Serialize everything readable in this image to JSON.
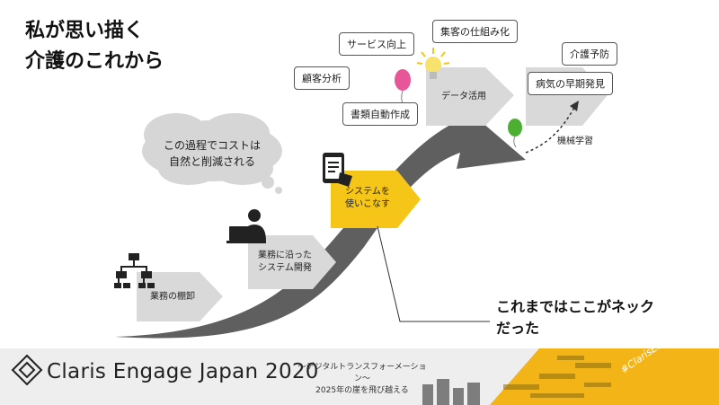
{
  "title": {
    "line1": "私が思い描く",
    "line2": "介護のこれから"
  },
  "steps": {
    "step1": "業務の棚卸",
    "step2_line1": "業務に沿った",
    "step2_line2": "システム開発",
    "step3_line1": "システムを",
    "step3_line2": "使いこなす",
    "step4": "データ活用",
    "step5": "病気の早期発見"
  },
  "cloud": {
    "line1": "この過程でコストは",
    "line2": "自然と削減される"
  },
  "data_uses": [
    "サービス向上",
    "集客の仕組み化",
    "顧客分析",
    "書類自動作成"
  ],
  "future": {
    "care_prevention": "介護予防",
    "machine_learning": "機械学習"
  },
  "callout": {
    "line1": "これまではここがネック",
    "line2": "だった"
  },
  "footer": {
    "brand": "Claris Engage Japan 2020",
    "tagline_line1": "～デジタルトランスフォーメーション～",
    "tagline_line2": "2025年の崖を飛び越える",
    "hashtag": "#ClarisEngageJP"
  },
  "colors": {
    "arrow": "#5f5f5f",
    "chevron": "#d9d9d9",
    "highlight": "#f5c518",
    "footer_band": "#f2b417",
    "balloon_pink": "#e8569a",
    "balloon_green": "#4caf32"
  }
}
